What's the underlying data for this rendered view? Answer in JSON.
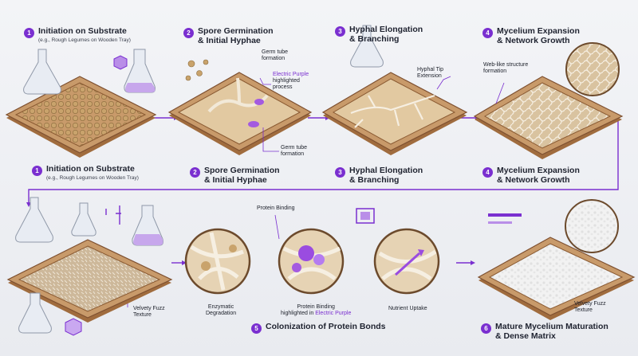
{
  "steps": [
    {
      "num": "1",
      "title1": "Initiation on Substrate",
      "title2": "",
      "sub": "(e.g., Rough Legumes on Wooden Tray)"
    },
    {
      "num": "2",
      "title1": "Spore Germination",
      "title2": "& Initial Hyphae",
      "sub": ""
    },
    {
      "num": "3",
      "title1": "Hyphal Elongation",
      "title2": "& Branching",
      "sub": ""
    },
    {
      "num": "4",
      "title1": "Mycelium Expansion",
      "title2": "& Network Growth",
      "sub": ""
    },
    {
      "num": "5",
      "title1": "Colonization of Protein Bonds",
      "title2": "",
      "sub": ""
    },
    {
      "num": "6",
      "title1": "Mature Mycelium Maturation",
      "title2": "& Dense Matrix",
      "sub": ""
    }
  ],
  "labels": {
    "germ_tube_top1": "Germ tube",
    "germ_tube_top2": "formation",
    "electric_purple": "Electric Purple",
    "highlighted1": "highlighted",
    "highlighted2": "process",
    "germ_tube_bot1": "Germ tube",
    "germ_tube_bot2": "formation",
    "hyphal_tip1": "Hyphal Tip",
    "hyphal_tip2": "Extension",
    "web_like1": "Web-like structure",
    "web_like2": "formation",
    "velvety_left1": "Velvety Fuzz",
    "velvety_left2": "Texture",
    "protein_binding_top": "Protein Binding",
    "enzymatic1": "Enzymatic",
    "enzymatic2": "Degradation",
    "protein_binding_bot": "Protein Binding",
    "highlighted_in": "highlighted in ",
    "electric_purple2": "Electric Purple",
    "nutrient_uptake": "Nutrient Uptake",
    "velvety_right1": "Velvety Fuzz",
    "velvety_right2": "Texture"
  },
  "colors": {
    "accent": "#7a2fd0",
    "wood": "#c89a6a",
    "wood_dark": "#8a5a32",
    "substrate": "#e2c9a1"
  }
}
